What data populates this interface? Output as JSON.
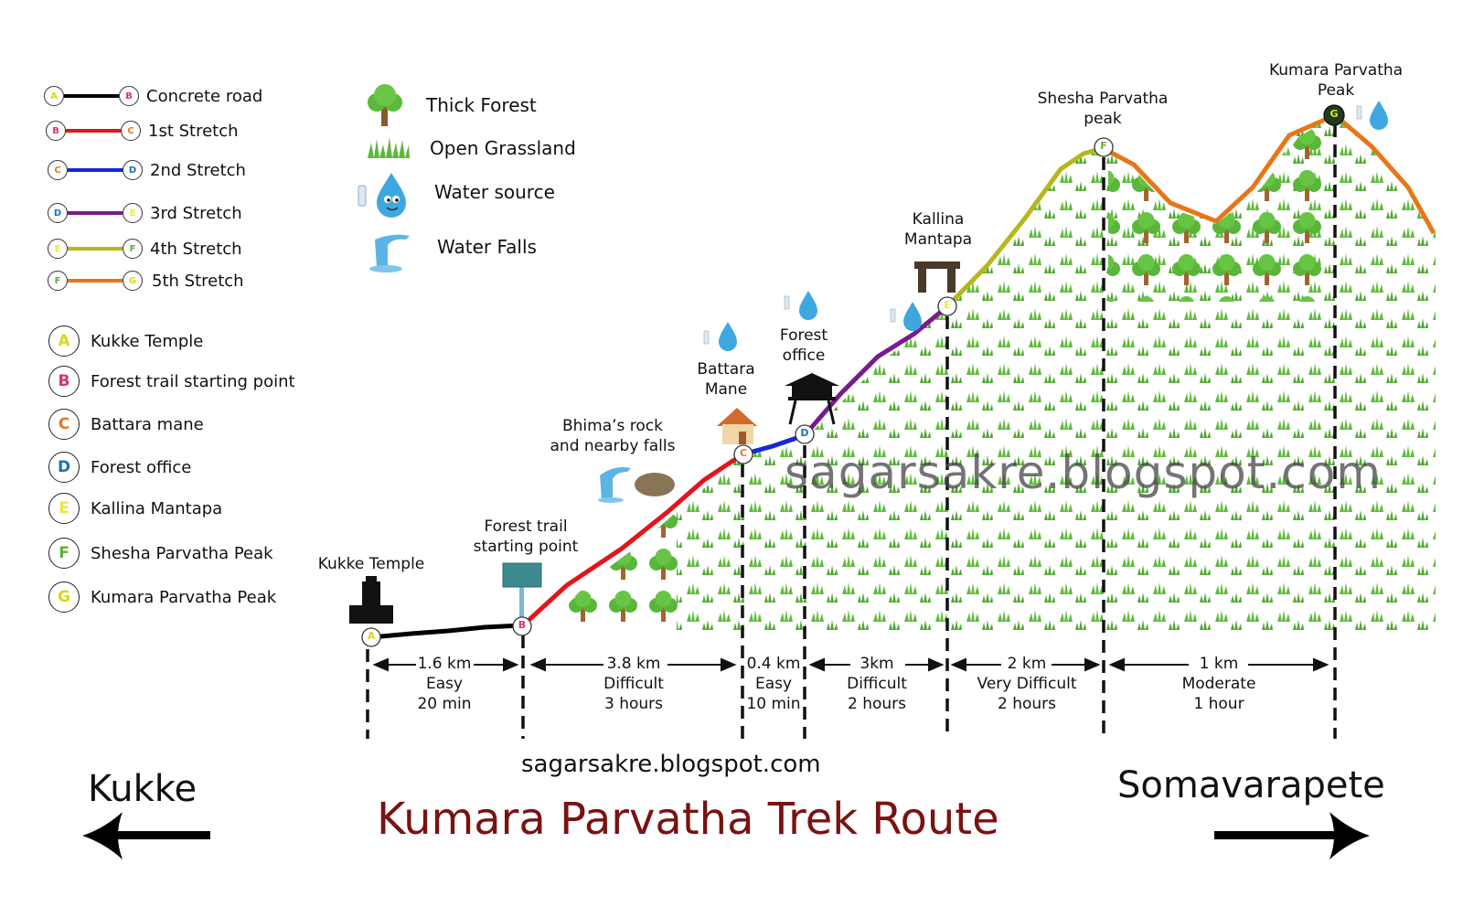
{
  "legend_routes": [
    {
      "from": "A",
      "to": "B",
      "label": "Concrete road",
      "color": "#000000"
    },
    {
      "from": "B",
      "to": "C",
      "label": "1st Stretch",
      "color": "#e4141b"
    },
    {
      "from": "C",
      "to": "D",
      "label": "2nd Stretch",
      "color": "#1627d8"
    },
    {
      "from": "D",
      "to": "E",
      "label": "3rd Stretch",
      "color": "#7b1a8e"
    },
    {
      "from": "E",
      "to": "F",
      "label": "4th Stretch",
      "color": "#b5b81c"
    },
    {
      "from": "F",
      "to": "G",
      "label": "5th Stretch",
      "color": "#e87618"
    }
  ],
  "legend_points": [
    {
      "letter": "A",
      "label": "Kukke Temple",
      "color": "#e6e61a"
    },
    {
      "letter": "B",
      "label": "Forest trail starting point",
      "color": "#d9336e"
    },
    {
      "letter": "C",
      "label": "Battara mane",
      "color": "#e07a22"
    },
    {
      "letter": "D",
      "label": "Forest office",
      "color": "#1b72b8"
    },
    {
      "letter": "E",
      "label": "Kallina Mantapa",
      "color": "#e9e93a"
    },
    {
      "letter": "F",
      "label": "Shesha Parvatha Peak",
      "color": "#5fae3a"
    },
    {
      "letter": "G",
      "label": "Kumara Parvatha Peak",
      "color": "#e6e61a"
    }
  ],
  "legend_icons": [
    {
      "icon": "tree-icon",
      "label": "Thick Forest"
    },
    {
      "icon": "grass-icon",
      "label": "Open Grassland"
    },
    {
      "icon": "water-drop-icon",
      "label": "Water source"
    },
    {
      "icon": "waterfall-icon",
      "label": "Water Falls"
    }
  ],
  "places": {
    "A": "Kukke Temple",
    "B_line1": "Forest trail",
    "B_line2": "starting point",
    "bhima_line1": "Bhima’s rock",
    "bhima_line2": "and nearby falls",
    "C_line1": "Battara",
    "C_line2": "Mane",
    "D_line1": "Forest",
    "D_line2": "office",
    "E_line1": "Kallina",
    "E_line2": "Mantapa",
    "F_line1": "Shesha Parvatha",
    "F_line2": "peak",
    "G_line1": "Kumara Parvatha",
    "G_line2": "Peak"
  },
  "segments": [
    {
      "distance": "1.6 km",
      "difficulty": "Easy",
      "time": "20 min"
    },
    {
      "distance": "3.8 km",
      "difficulty": "Difficult",
      "time": "3 hours"
    },
    {
      "distance": "0.4 km",
      "difficulty": "Easy",
      "time": "10 min"
    },
    {
      "distance": "3km",
      "difficulty": "Difficult",
      "time": "2 hours"
    },
    {
      "distance": "2 km",
      "difficulty": "Very Difficult",
      "time": "2 hours"
    },
    {
      "distance": "1 km",
      "difficulty": "Moderate",
      "time": "1 hour"
    }
  ],
  "watermark": "sagarsakre.blogspot.com",
  "footer_url": "sagarsakre.blogspot.com",
  "title": "Kumara Parvatha Trek Route",
  "direction_left": "Kukke",
  "direction_right": "Somavarapete"
}
